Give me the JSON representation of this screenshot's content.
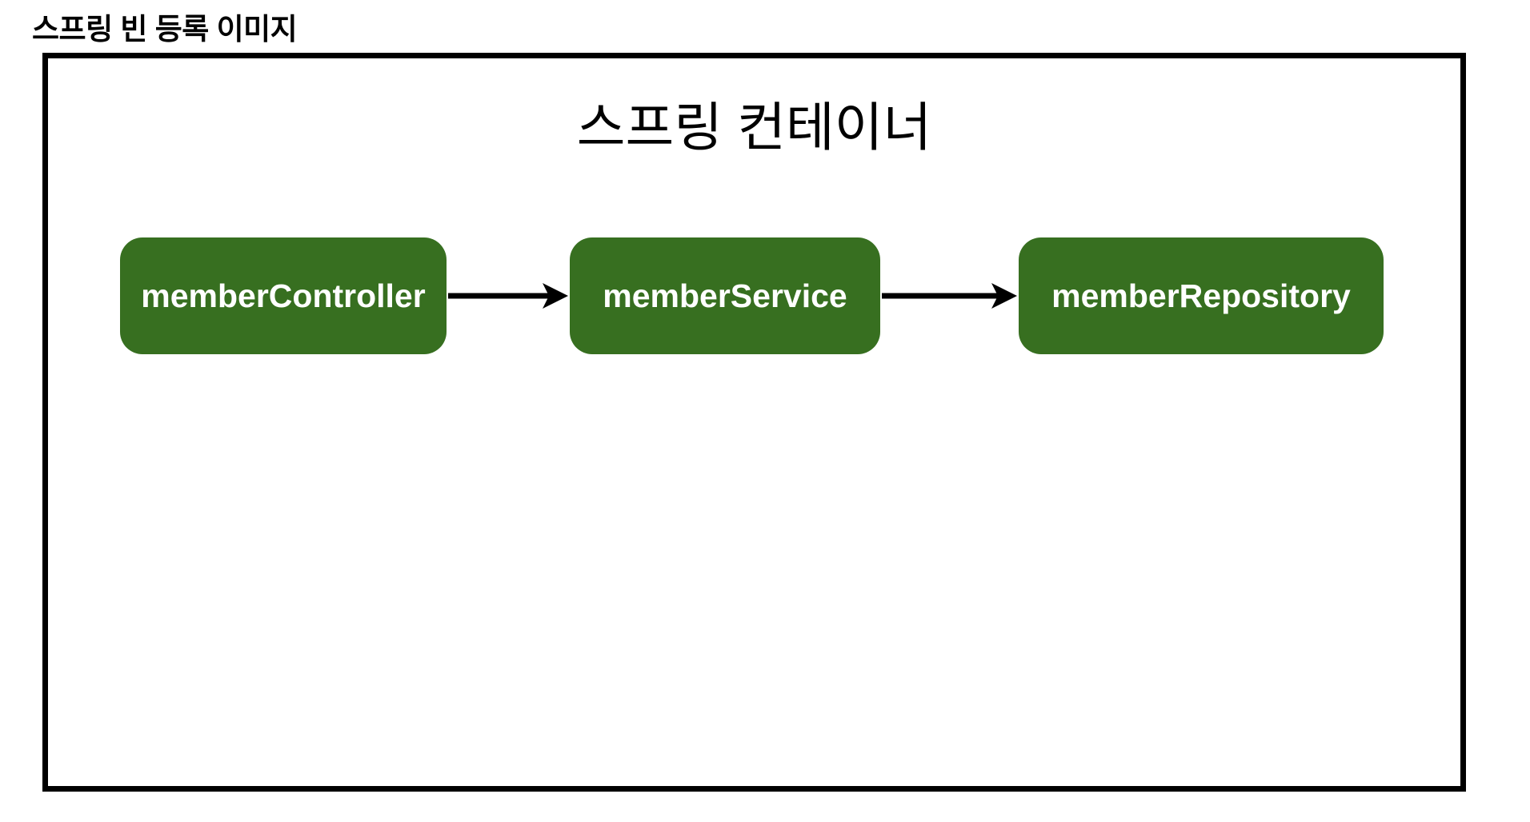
{
  "page": {
    "title": "스프링 빈 등록 이미지",
    "background": "#ffffff"
  },
  "diagram": {
    "title": "스프링 컨테이너",
    "nodes": [
      {
        "label": "memberController"
      },
      {
        "label": "memberService"
      },
      {
        "label": "memberRepository"
      }
    ],
    "edges": [
      {
        "from": "memberController",
        "to": "memberService"
      },
      {
        "from": "memberService",
        "to": "memberRepository"
      }
    ],
    "colors": {
      "node_fill": "#376F20",
      "node_text": "#FFFFFF",
      "outline": "#000000",
      "arrow": "#000000"
    }
  }
}
